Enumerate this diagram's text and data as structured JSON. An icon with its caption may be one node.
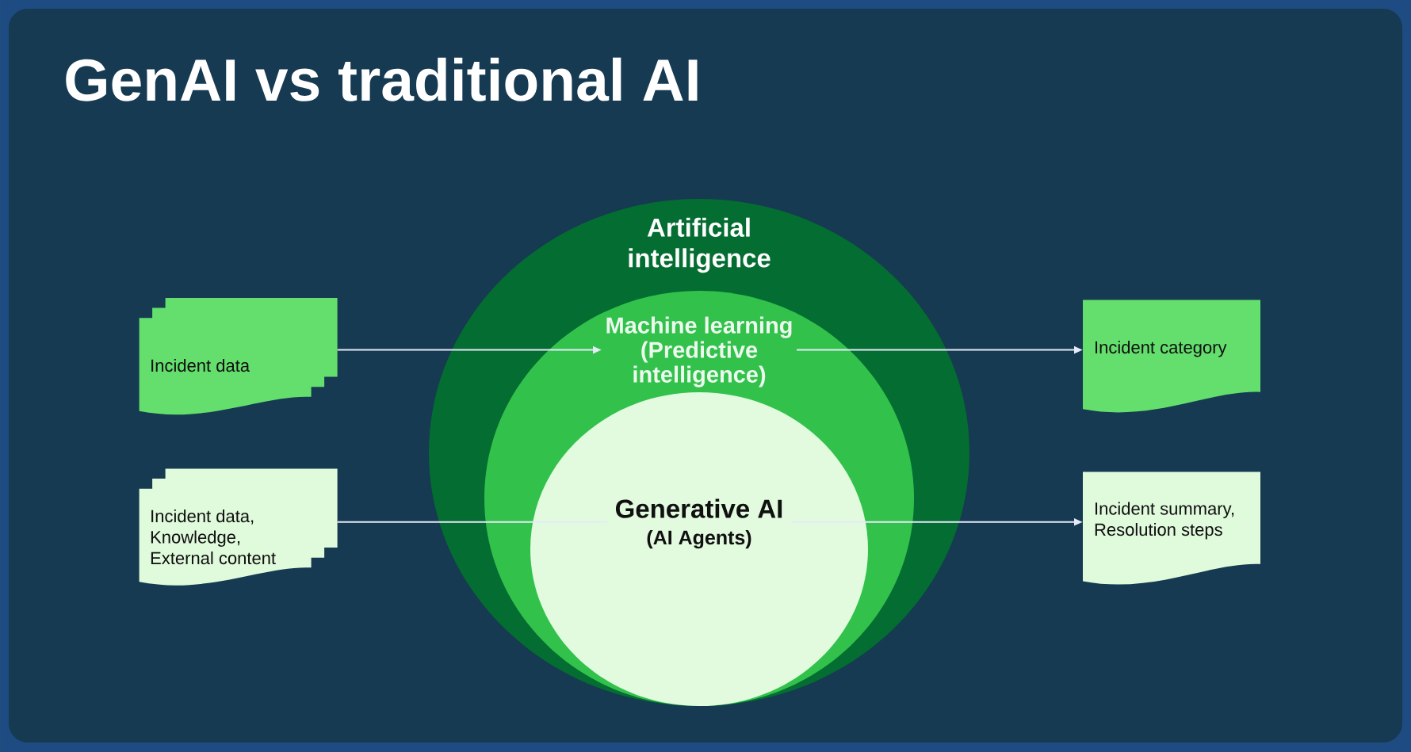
{
  "diagram": {
    "title": "GenAI vs traditional AI",
    "nodes": [
      {
        "text": [
          "Artificial intelligence"
        ]
      },
      {
        "text": [
          "Machine learning",
          "(Predictive intelligence)"
        ],
        "in": 0
      },
      {
        "text": [
          "Generative AI",
          "(AI Agents)"
        ],
        "in": 1
      },
      {
        "text": [
          "Incident data"
        ]
      },
      {
        "text": [
          "Incident data, Knowledge, External content"
        ]
      },
      {
        "text": [
          "Incident category"
        ]
      },
      {
        "text": [
          "Incident summary, Resolution steps"
        ]
      }
    ],
    "edges": [
      {
        "from": 3,
        "to": 1,
        "arrow": "to"
      },
      {
        "from": 1,
        "to": 5,
        "arrow": "to"
      },
      {
        "from": 4,
        "to": 2,
        "arrow": "none"
      },
      {
        "from": 2,
        "to": 6,
        "arrow": "to"
      }
    ]
  }
}
